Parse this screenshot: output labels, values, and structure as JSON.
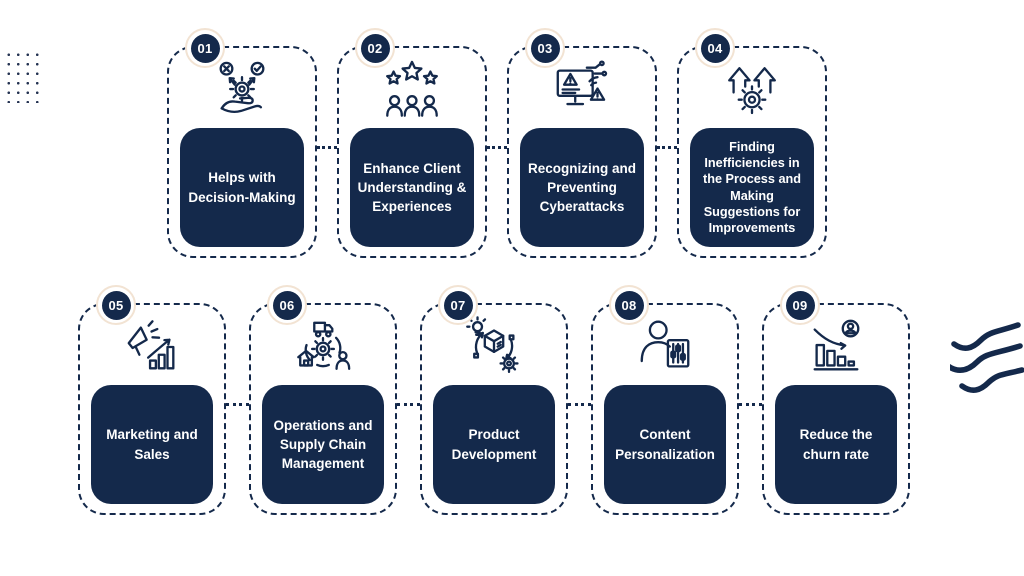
{
  "page": {
    "background_color": "#ffffff",
    "accent_navy": "#14294b",
    "badge_ring_color": "#f2e3d3",
    "text_color": "#ffffff"
  },
  "decorations": {
    "top_left": "dot-grid-pattern",
    "right_side": "three-wave-lines"
  },
  "cards": [
    {
      "number": "01",
      "label": "Helps with Decision-Making",
      "icon": "decision-making",
      "row": 1
    },
    {
      "number": "02",
      "label": "Enhance Client Understanding & Experiences",
      "icon": "client-experience",
      "row": 1
    },
    {
      "number": "03",
      "label": "Recognizing and Preventing Cyberattacks",
      "icon": "cyberattack",
      "row": 1
    },
    {
      "number": "04",
      "label": "Finding Inefficiencies in the Process and Making Suggestions for Improvements",
      "icon": "process-improvement",
      "row": 1
    },
    {
      "number": "05",
      "label": "Marketing and Sales",
      "icon": "marketing-sales",
      "row": 2
    },
    {
      "number": "06",
      "label": "Operations and Supply Chain Management",
      "icon": "supply-chain",
      "row": 2
    },
    {
      "number": "07",
      "label": "Product Development",
      "icon": "product-development",
      "row": 2
    },
    {
      "number": "08",
      "label": "Content Personalization",
      "icon": "content-personalization",
      "row": 2
    },
    {
      "number": "09",
      "label": "Reduce the churn rate",
      "icon": "churn-rate",
      "row": 2
    }
  ]
}
